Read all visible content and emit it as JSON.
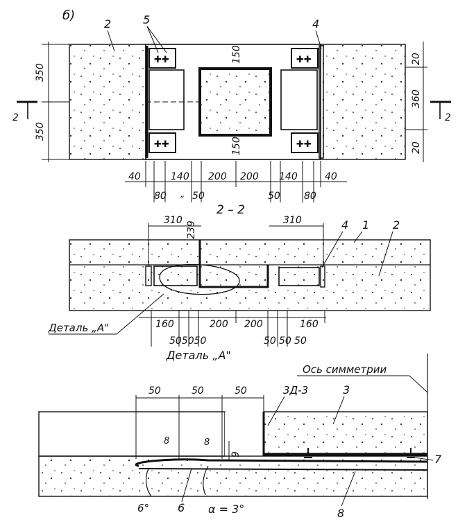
{
  "plan": {
    "label": "б)",
    "callouts": {
      "c2": "2",
      "c4": "4",
      "c5": "5"
    },
    "left_heights": [
      "350",
      "350"
    ],
    "right_heights": [
      "20",
      "360",
      "20"
    ],
    "core_dims": [
      "150",
      "150"
    ],
    "section_marker": "2",
    "bottom_dims_top": [
      "40",
      "140",
      "200",
      "200",
      "140",
      "40"
    ],
    "bottom_dims_low": [
      "80",
      "50",
      "50",
      "80"
    ],
    "stray_mark": "„"
  },
  "section": {
    "title": "2 – 2",
    "dims_top": [
      "310",
      "310"
    ],
    "dim_vertical": "239",
    "callouts": {
      "c4": "4",
      "c1": "1",
      "c2": "2"
    },
    "detail_ref": "Деталь „А\"",
    "dims_bottom": [
      "160",
      "200",
      "200",
      "160"
    ],
    "dims_small_left": "505050",
    "dims_small_right": [
      "50",
      "50",
      "50"
    ]
  },
  "detail": {
    "title": "Деталь „А\"",
    "axis_label": "Ось симметрии",
    "dims_top": [
      "50",
      "50",
      "50"
    ],
    "mark_3d3": "3Д-3",
    "callouts": {
      "c3": "3",
      "c7": "7",
      "c6": "6",
      "c8": "8"
    },
    "angle_small1": "8",
    "angle_small2": "8",
    "dim_9": "9",
    "angle_6": "6°",
    "alpha": "α = 3°"
  }
}
